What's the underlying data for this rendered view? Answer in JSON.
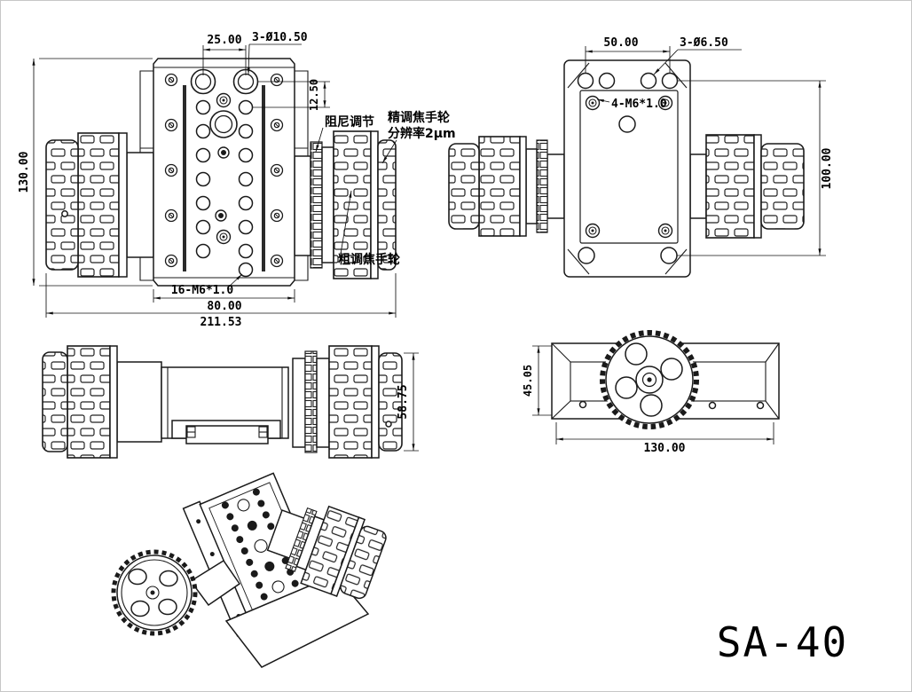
{
  "drawing": {
    "model_label": "SA-40",
    "colors": {
      "line": "#1a1a1a",
      "background": "#ffffff"
    },
    "front_view": {
      "dim_top_hole_spacing": "25.00",
      "callout_top_holes": "3-Ø10.50",
      "dim_hole_row_offset": "12.50",
      "dim_overall_height": "130.00",
      "callout_thread_holes": "16-M6*1.0",
      "dim_plate_width": "80.00",
      "dim_overall_width": "211.53",
      "label_damping_adjust": "阻尼调节",
      "label_fine_focus_wheel": "精调焦手轮",
      "label_fine_focus_resolution": "分辨率2μm",
      "label_coarse_focus_wheel": "粗调焦手轮"
    },
    "rear_view": {
      "dim_top_hole_spacing": "50.00",
      "callout_top_holes": "3-Ø6.50",
      "callout_thread_holes": "4-M6*1.0",
      "dim_mount_height": "100.00"
    },
    "side_view": {
      "dim_height": "58.75"
    },
    "top_view": {
      "dim_height": "45.05",
      "dim_width": "130.00"
    }
  }
}
